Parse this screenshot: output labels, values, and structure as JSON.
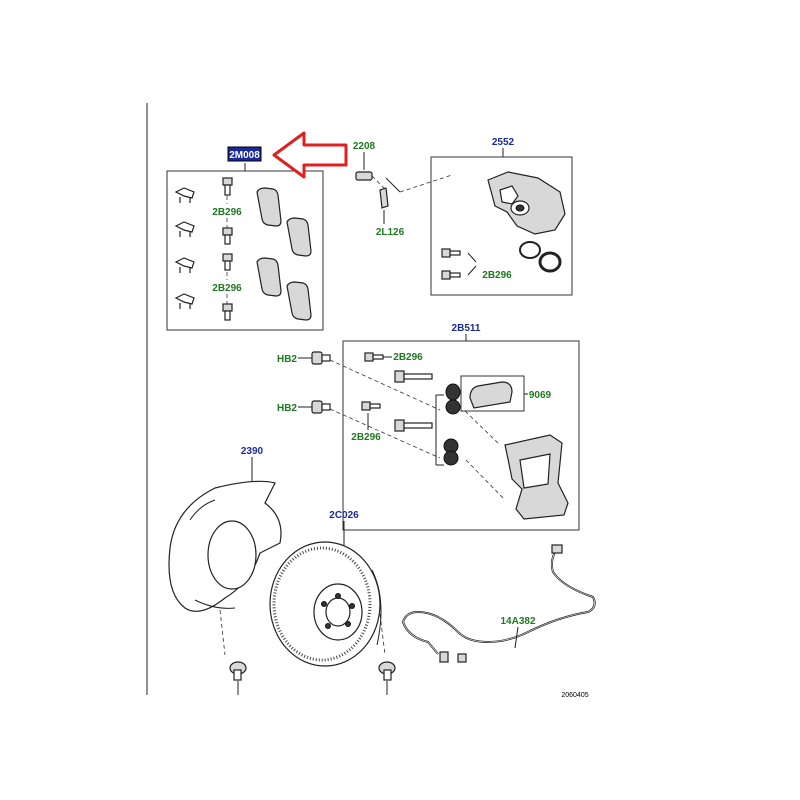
{
  "labels": {
    "pad_kit": "2M008",
    "bleed_screw": "2208",
    "bleed_cap": "2L126",
    "caliper": "2552",
    "bolt": "2B296",
    "carrier_kit": "2B511",
    "guide_pin": "HB2",
    "anti_rattle": "9069",
    "dust_shield": "2390",
    "disc": "2C026",
    "wear_sensor": "14A382",
    "illustration_no": "2060405"
  },
  "colors": {
    "part_label": "#1e7a1e",
    "group_label": "#1a2a9a",
    "highlight_fill": "#1a2a9a",
    "arrow": "#e02020"
  },
  "icons": {
    "callout_arrow": "arrow-left-icon"
  }
}
